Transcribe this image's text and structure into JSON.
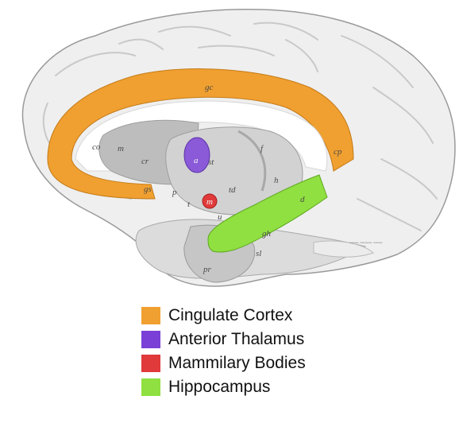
{
  "labels": {
    "gc": "gc",
    "co": "co",
    "m": "m",
    "cr": "cr",
    "cp": "cp",
    "gs": "gs",
    "a": "a",
    "st": "st",
    "f": "f",
    "p": "p",
    "t": "t",
    "mb": "m",
    "td": "td",
    "u": "u",
    "h": "h",
    "d": "d",
    "gh": "gh",
    "pr": "pr",
    "sl": "sl"
  },
  "legend": {
    "items": [
      {
        "label": "Cingulate Cortex",
        "color": "#f0a030"
      },
      {
        "label": "Anterior Thalamus",
        "color": "#7a3fd6"
      },
      {
        "label": "Mammilary Bodies",
        "color": "#e03a3a"
      },
      {
        "label": "Hippocampus",
        "color": "#8fe040"
      }
    ]
  },
  "colors": {
    "cingulate": "#f0a030",
    "thalamus": "#8a5ad8",
    "mammillary": "#e03a3a",
    "hippocampus": "#8fe040",
    "brain": "#efefef",
    "structure": "#bdbdbd"
  }
}
